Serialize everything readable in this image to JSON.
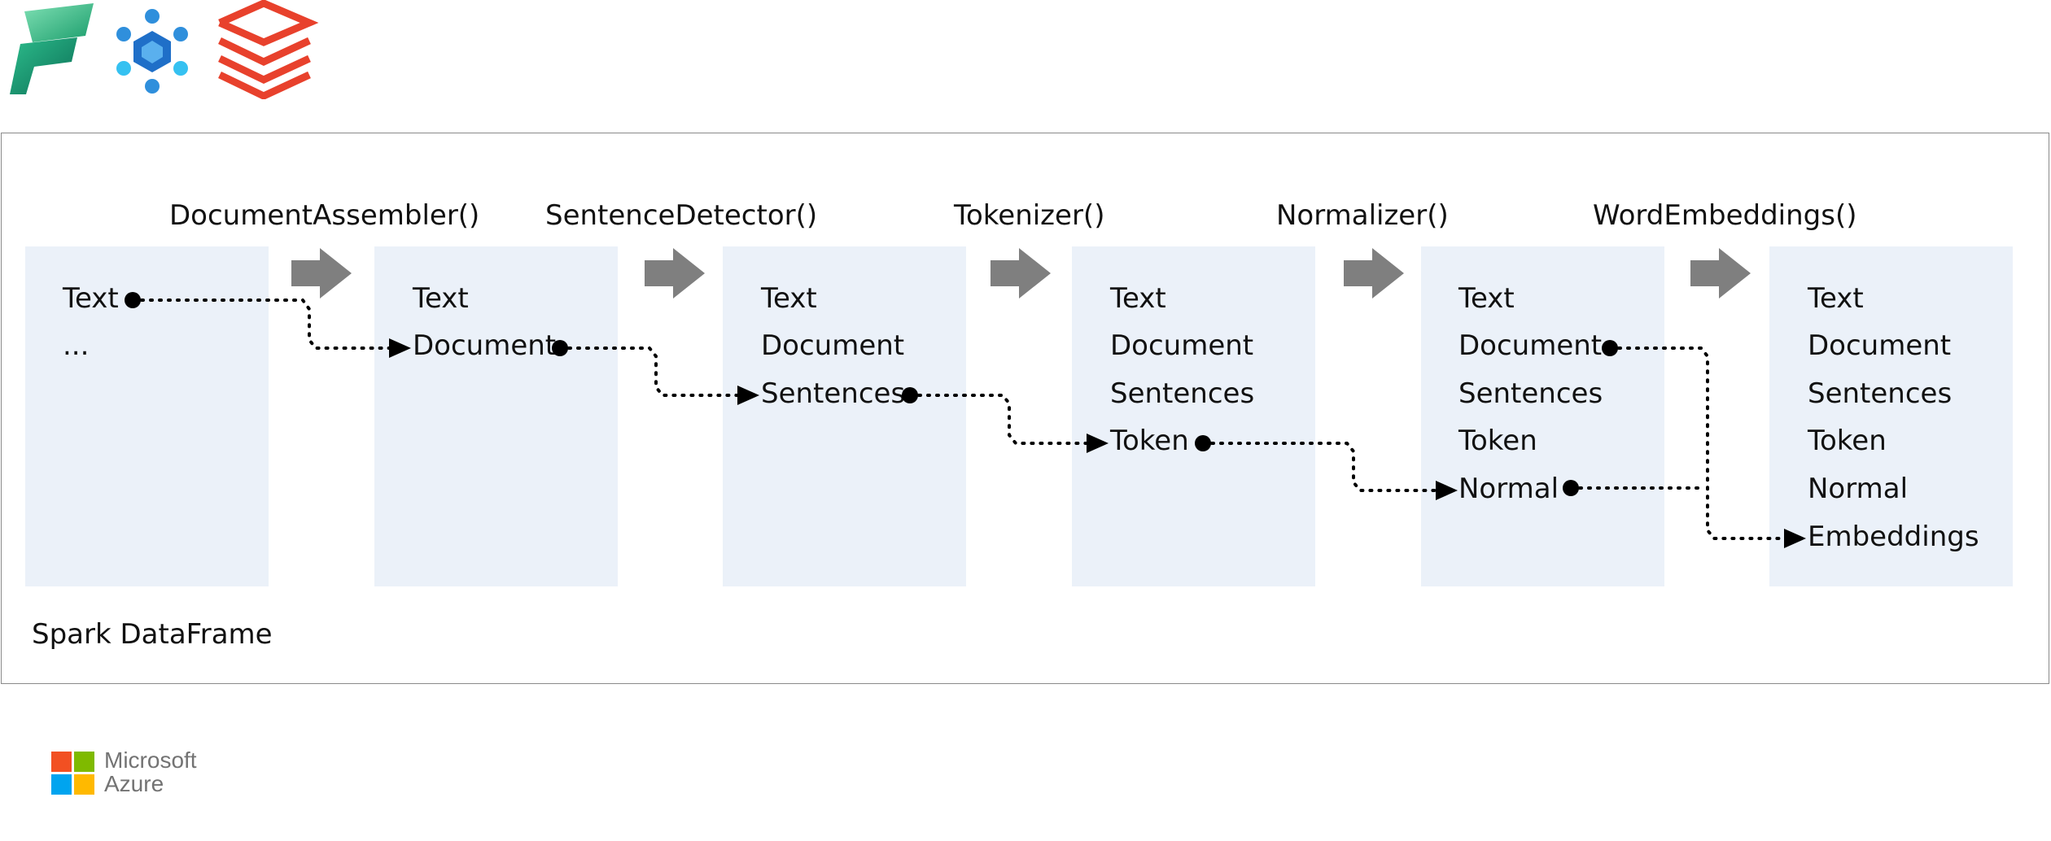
{
  "logos": {
    "fabric": "fabric-logo",
    "synapse": "synapse-logo",
    "databricks": "databricks-logo",
    "azure": "microsoft-azure-logo"
  },
  "stages": [
    {
      "title": "DocumentAssembler()"
    },
    {
      "title": "SentenceDetector()"
    },
    {
      "title": "Tokenizer()"
    },
    {
      "title": "Normalizer()"
    },
    {
      "title": "WordEmbeddings()"
    }
  ],
  "columns": [
    {
      "fields": [
        "Text",
        "..."
      ]
    },
    {
      "fields": [
        "Text",
        "Document"
      ]
    },
    {
      "fields": [
        "Text",
        "Document",
        "Sentences"
      ]
    },
    {
      "fields": [
        "Text",
        "Document",
        "Sentences",
        "Token"
      ]
    },
    {
      "fields": [
        "Text",
        "Document",
        "Sentences",
        "Token",
        "Normal"
      ]
    },
    {
      "fields": [
        "Text",
        "Document",
        "Sentences",
        "Token",
        "Normal",
        "Embeddings"
      ]
    }
  ],
  "dataframe_label": "Spark DataFrame",
  "azure": {
    "line1": "Microsoft",
    "line2": "Azure"
  },
  "colors": {
    "column_bg": "#ebf1f9",
    "arrow": "#7f7f7f",
    "connector": "#000000",
    "frame_border": "#8a8a8a",
    "databricks_red": "#e8412c"
  }
}
